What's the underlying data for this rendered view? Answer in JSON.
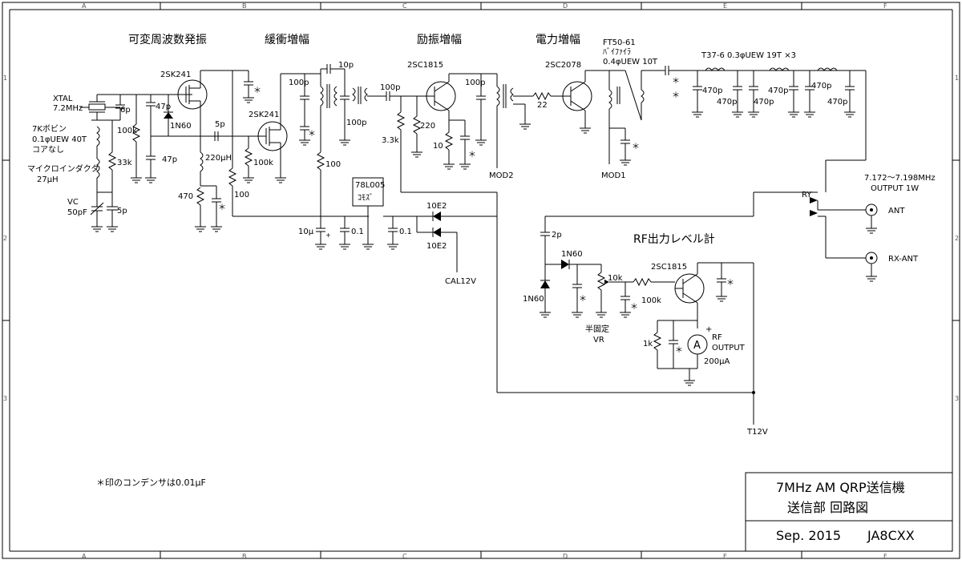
{
  "grid": {
    "cols": [
      "A",
      "B",
      "C",
      "D",
      "E",
      "F"
    ],
    "rows": [
      "1",
      "2",
      "3"
    ]
  },
  "sections": {
    "vfo": "可変周波数発振",
    "buffer": "緩衝増幅",
    "driver": "励振増幅",
    "power": "電力増幅",
    "rf_meter": "RF出力レベル計"
  },
  "parts": {
    "xtal": "XTAL",
    "xtal_freq": "7.2MHz",
    "c6p": "6p",
    "c47p_a": "47p",
    "c47p_b": "47p",
    "r100k_a": "100k",
    "r33k": "33k",
    "coil_note1": "7Kボビン",
    "coil_note2": "0.1φUEW 40T",
    "coil_note3": "コアなし",
    "micro_ind": "マイクロインダクタ",
    "micro_ind_val": "27μH",
    "vc": "VC",
    "vc_val": "50pF",
    "c5p_a": "5p",
    "q1": "2SK241",
    "d1n60_a": "1N60",
    "l220": "220μH",
    "r470_a": "470",
    "c5p_b": "5p",
    "q2": "2SK241",
    "r100k_b": "100k",
    "r100_a": "100",
    "c100p_a": "100p",
    "c10p": "10p",
    "c100p_b": "100p",
    "r100_b": "100",
    "reg": "78L005",
    "reg_pins": "ｺﾓｽﾞ",
    "c10u": "10μ",
    "c01_a": "0.1",
    "c01_b": "0.1",
    "d10e2_a": "10E2",
    "d10e2_b": "10E2",
    "cal12v": "CAL12V",
    "c100p_c": "100p",
    "r3k3": "3.3k",
    "q3": "2SC1815",
    "r220": "220",
    "r10": "10",
    "mod2": "MOD2",
    "c100p_d": "100p",
    "r22": "22",
    "q4": "2SC2078",
    "mod1": "MOD1",
    "core": "FT50-61",
    "core2": "ﾊﾞｲﾌｧｲﾗ",
    "core3": "0.4φUEW 10T",
    "lpf": "T37-6  0.3φUEW 19T ×3",
    "c470_1": "470p",
    "c470_2": "470p",
    "c470_3": "470p",
    "c470_4": "470p",
    "c470_5": "470p",
    "c470_6": "470p",
    "output_freq": "7.172～7.198MHz",
    "output_power": "OUTPUT  1W",
    "ry": "RY",
    "ant": "ANT",
    "rx_ant": "RX-ANT",
    "c2p": "2p",
    "d1n60_b": "1N60",
    "d1n60_c": "1N60",
    "vr10k": "10k",
    "r100k_c": "100k",
    "vr_note1": "半固定",
    "vr_note2": "VR",
    "q5": "2SC1815",
    "r1k": "1k",
    "meter": "A",
    "rf_out1": "RF",
    "rf_out2": "OUTPUT",
    "meter_val": "200μA",
    "t12v": "T12V",
    "star": "＊",
    "plus": "+"
  },
  "note": "＊印のコンデンサは0.01μF",
  "title_block": {
    "line1": "7MHz AM QRP送信機",
    "line2": "送信部 回路図",
    "date": "Sep. 2015",
    "call": "JA8CXX"
  }
}
